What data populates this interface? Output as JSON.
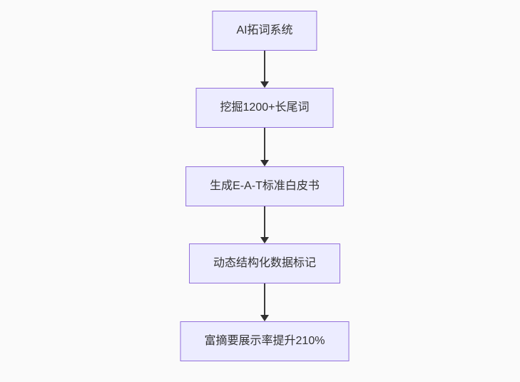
{
  "flowchart": {
    "direction": "top-down",
    "colors": {
      "background": "#fafafa",
      "node_fill": "#ECECFF",
      "node_border": "#9370DB",
      "node_text": "#333333",
      "arrow": "#333333"
    },
    "nodes": [
      {
        "id": "n1",
        "label": "AI拓词系统"
      },
      {
        "id": "n2",
        "label": "挖掘1200+长尾词"
      },
      {
        "id": "n3",
        "label": "生成E-A-T标准白皮书"
      },
      {
        "id": "n4",
        "label": "动态结构化数据标记"
      },
      {
        "id": "n5",
        "label": "富摘要展示率提升210%"
      }
    ],
    "edges": [
      {
        "from": "n1",
        "to": "n2"
      },
      {
        "from": "n2",
        "to": "n3"
      },
      {
        "from": "n3",
        "to": "n4"
      },
      {
        "from": "n4",
        "to": "n5"
      }
    ]
  }
}
